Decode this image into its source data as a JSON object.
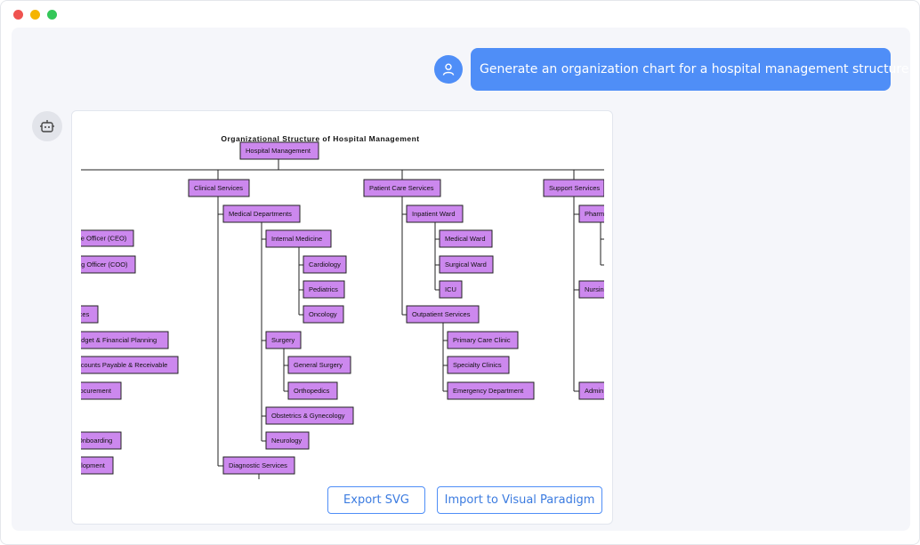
{
  "window": {
    "controls": [
      "close",
      "minimize",
      "maximize"
    ]
  },
  "user_message": {
    "text": "Generate an organization chart for a hospital management structure.",
    "avatar_icon": "user-icon"
  },
  "bot": {
    "avatar_icon": "robot-icon"
  },
  "chart": {
    "title": "Organizational Structure of Hospital Management",
    "nodes": {
      "root": "Hospital Management",
      "clinical": "Clinical Services",
      "patient_care": "Patient Care Services",
      "support": "Support Services",
      "ceo": "ve Officer (CEO)",
      "coo": "ng Officer (COO)",
      "services": "ices",
      "budget": "udget & Financial Planning",
      "accounts": "ccounts Payable & Receivable",
      "procurement": "rocurement",
      "onboarding": "Onboarding",
      "development": "elopment",
      "medical_departments": "Medical Departments",
      "internal_medicine": "Internal Medicine",
      "cardiology": "Cardiology",
      "pediatrics": "Pediatrics",
      "oncology": "Oncology",
      "surgery": "Surgery",
      "general_surgery": "General Surgery",
      "orthopedics": "Orthopedics",
      "obgyn": "Obstetrics & Gynecology",
      "neurology": "Neurology",
      "diagnostic": "Diagnostic Services",
      "inpatient": "Inpatient Ward",
      "medical_ward": "Medical Ward",
      "surgical_ward": "Surgical Ward",
      "icu": "ICU",
      "outpatient": "Outpatient Services",
      "primary_care": "Primary Care Clinic",
      "specialty": "Specialty Clinics",
      "emergency": "Emergency Department",
      "pharm": "Pharm",
      "nursing": "Nursin",
      "admin": "Admin"
    }
  },
  "buttons": {
    "export": "Export SVG",
    "import": "Import to Visual Paradigm"
  },
  "colors": {
    "accent": "#4f8ef7",
    "node_fill": "#cc88ee",
    "chat_bg": "#f5f6fa"
  }
}
